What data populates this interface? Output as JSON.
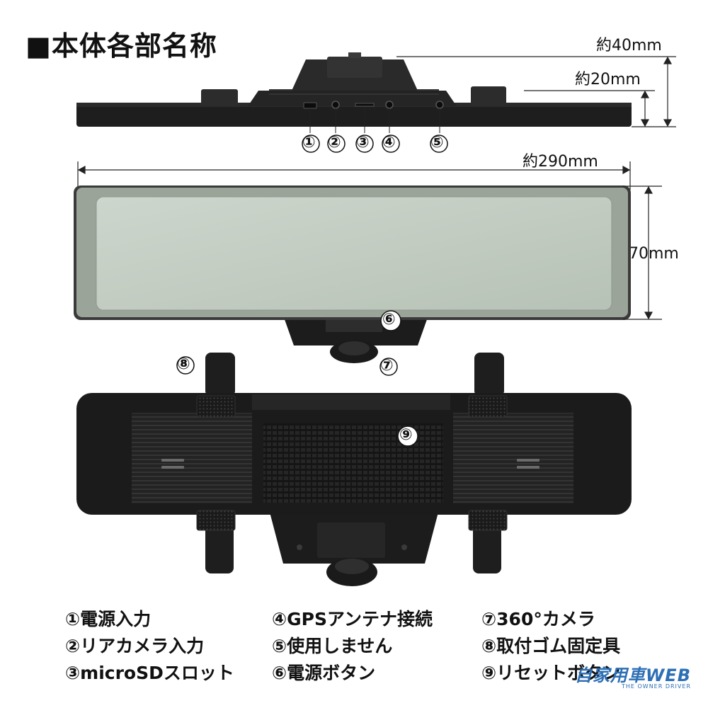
{
  "title": "■本体各部名称",
  "dimensions": {
    "height_top": "約40mm",
    "height_mid": "約20mm",
    "width": "約290mm",
    "depth": "約70mm"
  },
  "callouts": {
    "c1": "①",
    "c2": "②",
    "c3": "③",
    "c4": "④",
    "c5": "⑤",
    "c6": "⑥",
    "c7": "⑦",
    "c8": "⑧",
    "c9": "⑨"
  },
  "legend": [
    "①電源入力",
    "②リアカメラ入力",
    "③microSDスロット",
    "④GPSアンテナ接続",
    "⑤使用しません",
    "⑥電源ボタン",
    "⑦360°カメラ",
    "⑧取付ゴム固定具",
    "⑨リセットボタン"
  ],
  "watermark": {
    "main": "自家用車WEB",
    "sub": "THE OWNER DRIVER"
  },
  "colors": {
    "device_body": "#1c1c1c",
    "screen_face": "#c3cdc3",
    "dimension_line": "#222222",
    "watermark": "#2d6fb5"
  }
}
